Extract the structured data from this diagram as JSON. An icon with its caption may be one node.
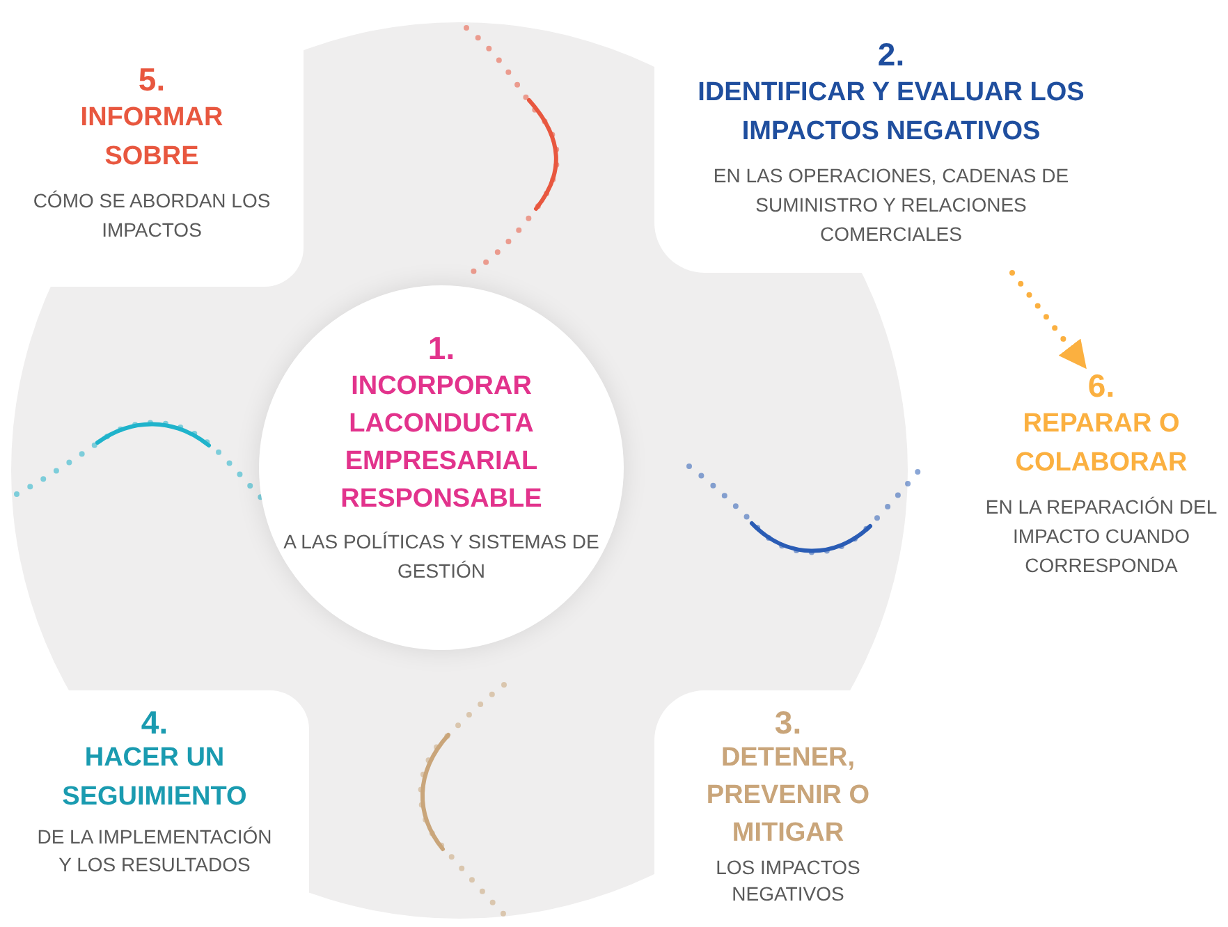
{
  "diagram": {
    "nodes": [
      {
        "text": [
          "5.",
          "INFORMAR SOBRE",
          "CÓMO SE ABORDAN LOS IMPACTOS"
        ]
      },
      {
        "text": [
          "2.",
          "IDENTIFICAR Y EVALUAR LOS IMPACTOS NEGATIVOS",
          "EN LAS OPERACIONES, CADENAS DE SUMINISTRO Y RELACIONES COMERCIALES"
        ]
      },
      {
        "text": [
          "1.",
          "INCORPORAR LACONDUCTA EMPRESARIAL RESPONSABLE",
          "A LAS POLÍTICAS Y SISTEMAS DE GESTIÓN"
        ]
      },
      {
        "text": [
          "6.",
          "REPARAR O COLABORAR",
          "EN LA REPARACIÓN DEL IMPACTO CUANDO CORRESPONDA"
        ]
      },
      {
        "text": [
          "4.",
          "HACER UN SEGUIMIENTO",
          "DE LA IMPLEMENTACIÓN Y LOS RESULTADOS"
        ]
      },
      {
        "text": [
          "3.",
          "DETENER, PREVENIR O MITIGAR",
          "LOS IMPACTOS NEGATIVOS"
        ]
      }
    ],
    "edges": [
      {
        "from": 1,
        "to": 3,
        "arrow": "to",
        "style": "dashed"
      }
    ]
  }
}
